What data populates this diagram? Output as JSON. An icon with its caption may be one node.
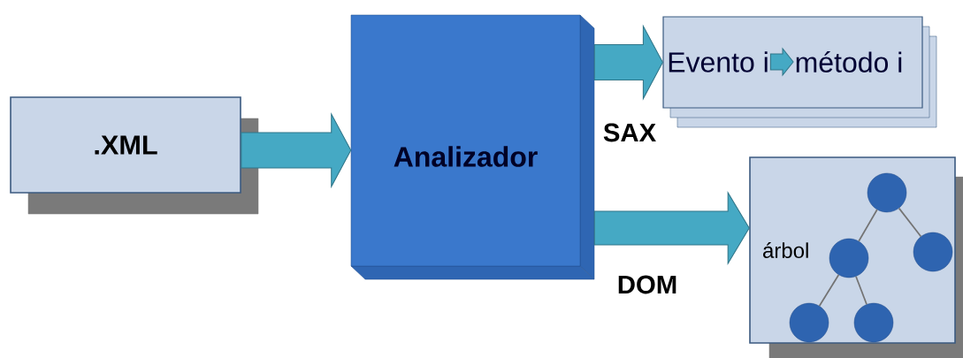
{
  "diagram": {
    "nodes": [
      {
        "text": [
          ".XML"
        ]
      },
      {
        "text": [
          "Analizador"
        ]
      },
      {
        "text": [],
        "shape": "box"
      },
      {
        "text": [
          "Evento i"
        ],
        "in": 2
      },
      {
        "text": [
          "método i"
        ],
        "in": 2
      },
      {
        "text": [
          "árbol"
        ]
      },
      {
        "text": [],
        "shape": "circle",
        "in": 5
      },
      {
        "text": [],
        "shape": "circle",
        "in": 5
      },
      {
        "text": [],
        "shape": "circle",
        "in": 5
      },
      {
        "text": [],
        "shape": "circle",
        "in": 5
      },
      {
        "text": [],
        "shape": "circle",
        "in": 5
      }
    ],
    "edges": [
      {
        "from": 0,
        "to": 1,
        "arrow": "to",
        "style": "thick"
      },
      {
        "from": 1,
        "to": 2,
        "arrow": "to",
        "style": "thick",
        "label": "SAX"
      },
      {
        "from": 1,
        "to": 5,
        "arrow": "to",
        "style": "thick",
        "label": "DOM"
      },
      {
        "from": 3,
        "to": 4,
        "arrow": "to",
        "style": "thick"
      },
      {
        "from": 6,
        "to": 7,
        "arrow": "none"
      },
      {
        "from": 6,
        "to": 8,
        "arrow": "none"
      },
      {
        "from": 7,
        "to": 9,
        "arrow": "none"
      },
      {
        "from": 7,
        "to": 10,
        "arrow": "none"
      }
    ]
  }
}
